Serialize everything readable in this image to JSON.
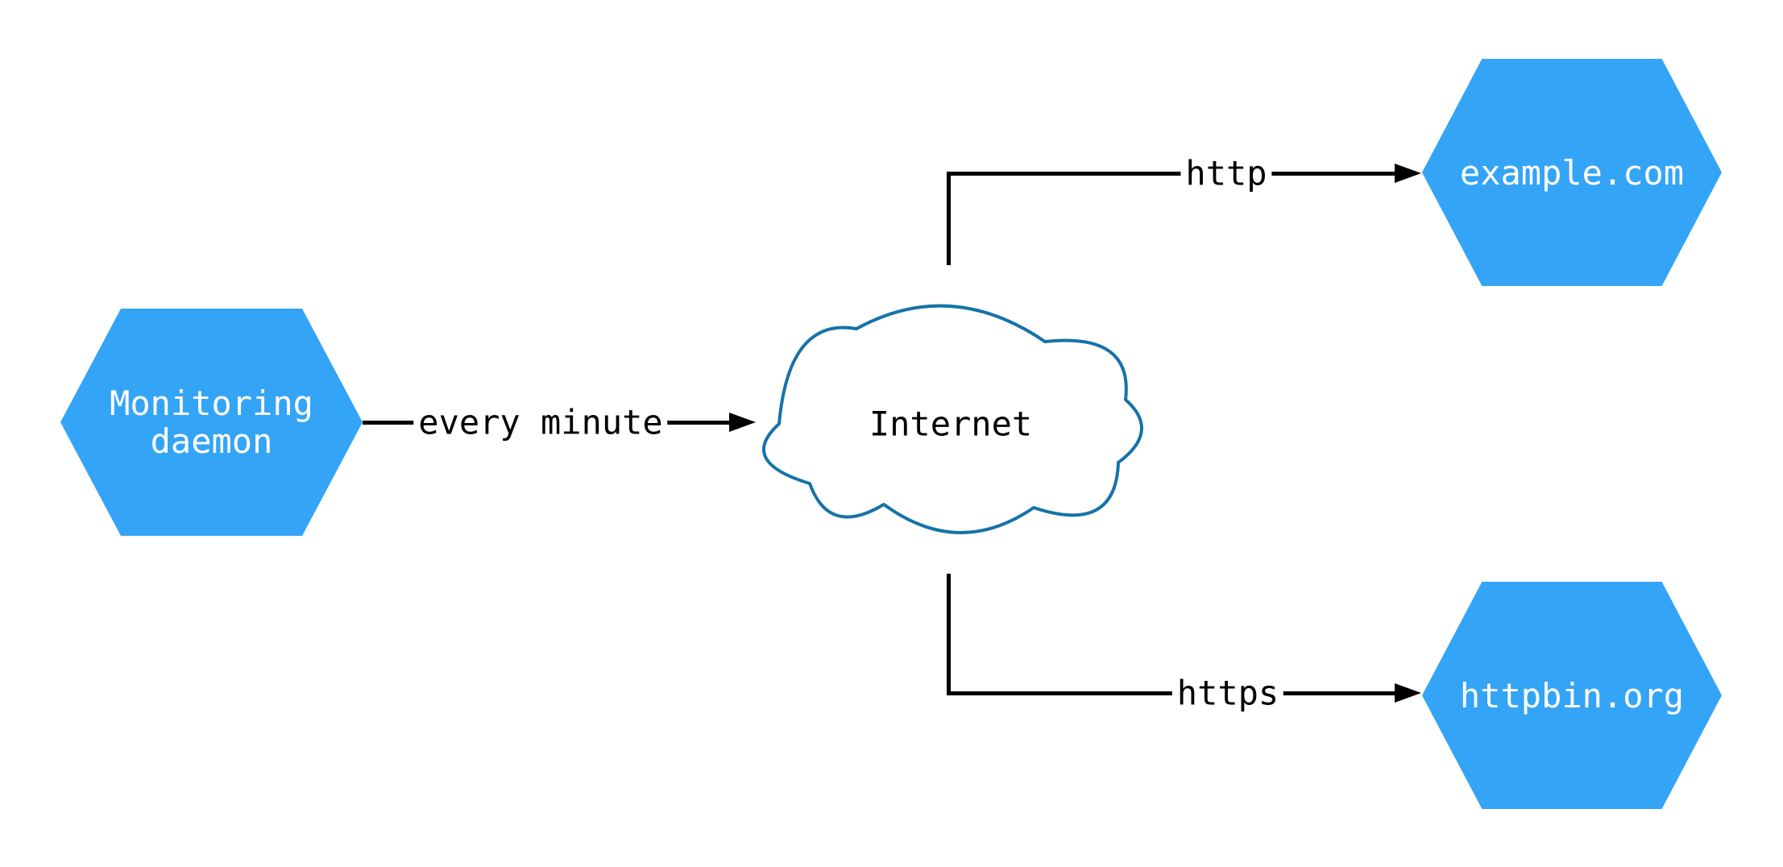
{
  "colors": {
    "canvas_bg": "#ffffff",
    "node_fill": "#34a4f7",
    "node_text": "#ffffff",
    "cloud_stroke": "#1573a8",
    "cloud_fill": "#ffffff",
    "edge_color": "#000000",
    "edge_label_color": "#000000"
  },
  "nodes": {
    "monitoring_daemon": {
      "line1": "Monitoring",
      "line2": "daemon"
    },
    "internet": {
      "label": "Internet"
    },
    "example_com": {
      "label": "example.com"
    },
    "httpbin_org": {
      "label": "httpbin.org"
    }
  },
  "edges": {
    "every_minute": {
      "label": "every minute"
    },
    "http": {
      "label": "http"
    },
    "https": {
      "label": "https"
    }
  }
}
